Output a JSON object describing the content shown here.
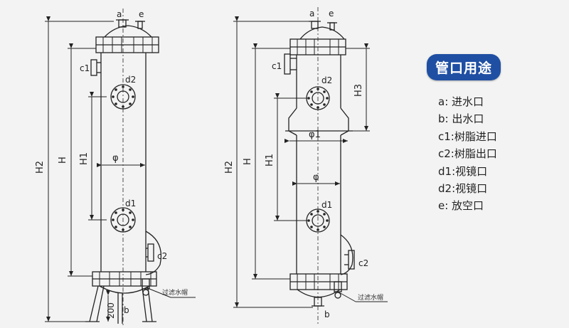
{
  "legend": {
    "title": "管口用途",
    "items": [
      "a: 进水口",
      "b: 出水口",
      "c1:树脂进口",
      "c2:树脂出口",
      "d1:视镜口",
      "d2:视镜口",
      "e: 放空口"
    ]
  },
  "left": {
    "a": "a",
    "e": "e",
    "c1": "c1",
    "c2": "c2",
    "d1": "d1",
    "d2": "d2",
    "H2": "H2",
    "H": "H",
    "H1": "H1",
    "phi": "φ",
    "b": "b",
    "h200": "200",
    "filter_cap": "过滤水帽"
  },
  "right": {
    "a": "a",
    "e": "e",
    "c1": "c1",
    "c2": "c2",
    "d1": "d1",
    "d2": "d2",
    "H2": "H2",
    "H": "H",
    "H1": "H1",
    "H3": "H3",
    "phi": "φ",
    "phi1": "φ1",
    "b": "b",
    "filter_cap": "过滤水帽"
  }
}
